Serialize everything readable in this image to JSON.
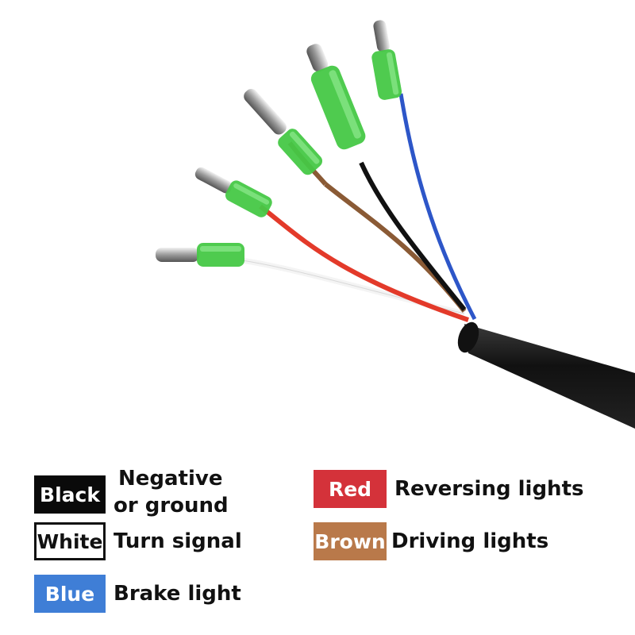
{
  "legend": {
    "black": {
      "swatch": "Black",
      "line1": "Negative",
      "line2": "or ground",
      "color": "#0a0a0a"
    },
    "white": {
      "swatch": "White",
      "desc": "Turn signal",
      "color": "#ffffff"
    },
    "blue": {
      "swatch": "Blue",
      "desc": "Brake light",
      "color": "#3f7ed6"
    },
    "red": {
      "swatch": "Red",
      "desc": "Reversing lights",
      "color": "#d4323a"
    },
    "brown": {
      "swatch": "Brown",
      "desc": "Driving lights",
      "color": "#b9794a"
    }
  },
  "photo": {
    "cable_color": "#1a1a1a",
    "connector_color": "#3ec23e",
    "wire_colors": [
      "#ffffff",
      "#e33a2a",
      "#8a5a35",
      "#111111",
      "#2d56c8"
    ]
  }
}
